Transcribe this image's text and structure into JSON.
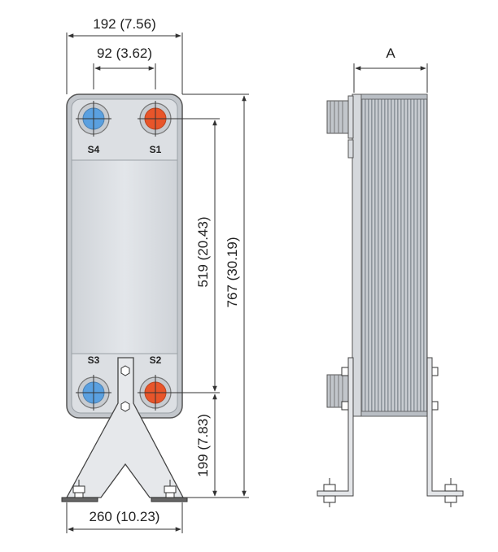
{
  "dimensions": {
    "overall_width": "192 (7.56)",
    "port_spacing": "92 (3.62)",
    "port_vertical_spacing": "519 (20.43)",
    "overall_height": "767 (30.19)",
    "foot_height": "199 (7.83)",
    "foot_width": "260 (10.23)",
    "pack_depth": "A"
  },
  "ports": {
    "top_left": "S4",
    "top_right": "S1",
    "bottom_left": "S3",
    "bottom_right": "S2"
  },
  "colors": {
    "cold_port": "#5aa0e0",
    "hot_port": "#e8552a",
    "plate": "#d9dde1",
    "frame": "#c9cdd2"
  }
}
